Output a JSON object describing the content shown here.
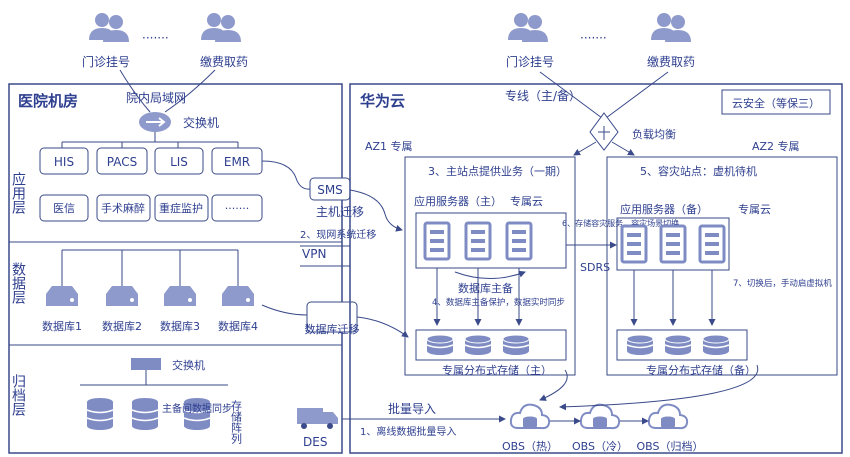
{
  "users": {
    "left_1": "门诊挂号",
    "left_2": "缴费取药",
    "right_1": "门诊挂号",
    "right_2": "缴费取药",
    "ellipsis": "·······"
  },
  "hospital": {
    "title": "医院机房",
    "lan_label": "院内局域网",
    "switch_label": "交换机",
    "app_layer": "应用层",
    "data_layer": "数据层",
    "archive_layer": "归档层",
    "apps": [
      "HIS",
      "PACS",
      "LIS",
      "EMR",
      "医信",
      "手术麻醉",
      "重症监护",
      "·······"
    ],
    "databases": [
      "数据库1",
      "数据库2",
      "数据库3",
      "数据库4"
    ],
    "archive_switch_label": "交换机",
    "storage_sync_label": "主备间数据同步",
    "storage_array_label": "存储阵列"
  },
  "migration": {
    "sms": "SMS",
    "host_migration": "主机迁移",
    "step2": "2、现网系统迁移",
    "vpn": "VPN",
    "db_migration": "数据库迁移",
    "des": "DES"
  },
  "cloud": {
    "title": "华为云",
    "dedicated_line": "专线（主/备）",
    "security": "云安全（等保三）",
    "load_balance": "负载均衡",
    "az1": "AZ1 专属",
    "az2": "AZ2 专属",
    "step3": "3、主站点提供业务（一期）",
    "step5": "5、容灾站点：虚机待机",
    "app_server_main": "应用服务器（主）",
    "app_server_backup": "应用服务器（备）",
    "dedicated_cloud_1": "专属云",
    "dedicated_cloud_2": "专属云",
    "step6": "6、存储容灾服务，容灾场景切换",
    "sdrs": "SDRS",
    "db_primary_backup": "数据库主备",
    "step4": "4、数据库主备保护，数据实时同步",
    "step7": "7、切换后，手动启虚拟机",
    "storage_main": "专属分布式存储（主）",
    "storage_backup": "专属分布式存储（备）",
    "bulk_import": "批量导入",
    "step1": "1、离线数据批量导入",
    "obs": [
      "OBS（热）",
      "OBS（冷）",
      "OBS（归档）"
    ]
  },
  "colors": {
    "accent": "#2e3f8f",
    "server": "#7f8cc4",
    "line": "#3a4a8a"
  }
}
